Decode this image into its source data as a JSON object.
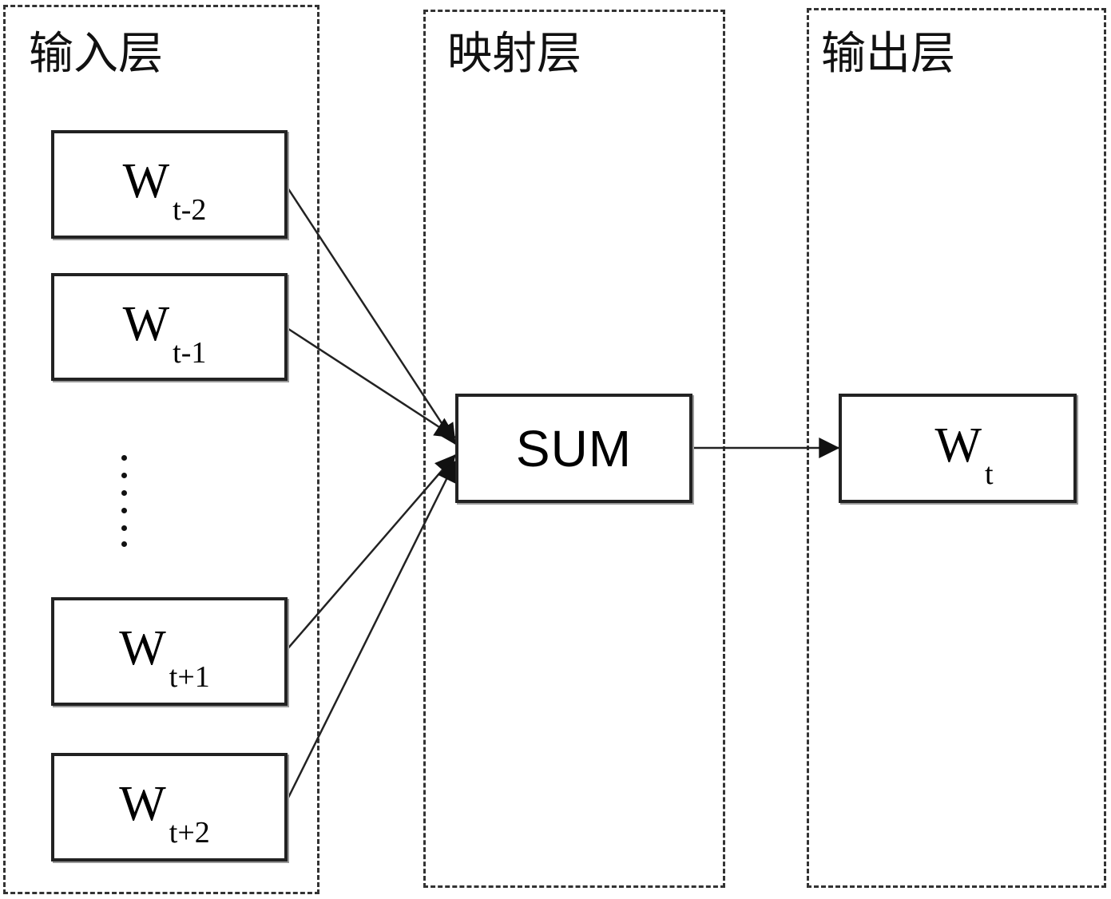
{
  "layers": {
    "input": {
      "title": "输入层"
    },
    "projection": {
      "title": "映射层"
    },
    "output": {
      "title": "输出层"
    }
  },
  "input_nodes": [
    {
      "base": "W",
      "sub": "t-2"
    },
    {
      "base": "W",
      "sub": "t-1"
    },
    {
      "base": "W",
      "sub": "t+1"
    },
    {
      "base": "W",
      "sub": "t+2"
    }
  ],
  "sum_node": {
    "label": "SUM"
  },
  "output_node": {
    "base": "W",
    "sub": "t"
  },
  "colors": {
    "stroke": "#222222",
    "dashed_border": "#333333",
    "node_shadow": "#9a9a9a",
    "background": "#ffffff"
  }
}
